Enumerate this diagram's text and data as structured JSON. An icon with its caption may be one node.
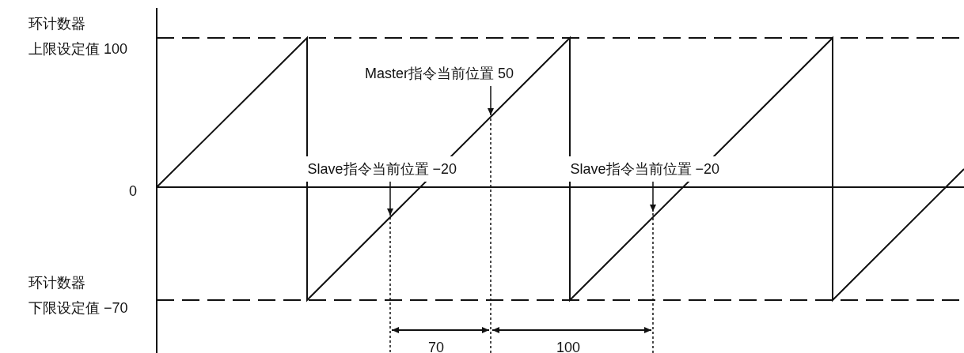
{
  "diagram": {
    "nodes": [
      {
        "text": [
          "Master指令当前位置 50"
        ]
      },
      {
        "text": [
          "Slave指令当前位置 −20"
        ]
      },
      {
        "text": [
          "Slave指令当前位置 −20"
        ]
      }
    ],
    "edges": [
      {
        "from": 0,
        "to": null,
        "arrow": "to"
      },
      {
        "from": 1,
        "to": null,
        "arrow": "to"
      },
      {
        "from": 2,
        "to": null,
        "arrow": "to"
      }
    ],
    "labels": [
      "环计数器上限设定值 100",
      "0",
      "环计数器下限设定值 −70",
      "70",
      "100"
    ]
  }
}
